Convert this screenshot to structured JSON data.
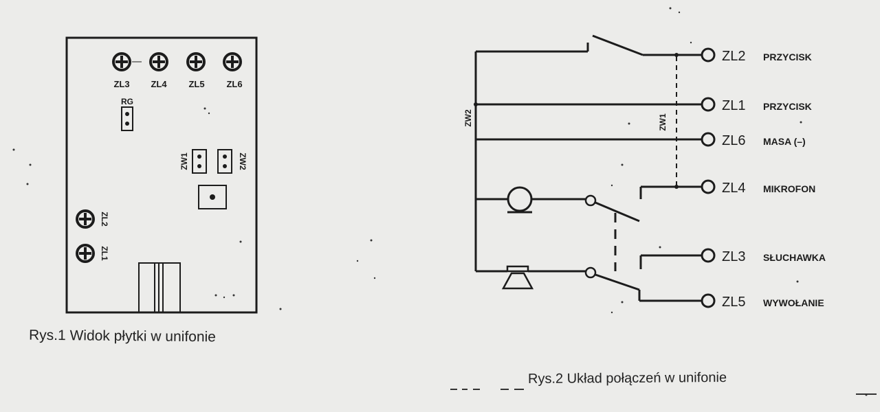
{
  "figure1": {
    "caption": "Rys.1 Widok płytki w unifonie",
    "top_terminals": [
      "ZL3",
      "ZL4",
      "ZL5",
      "ZL6"
    ],
    "side_terminals": [
      "ZL2",
      "ZL1"
    ],
    "jumper_rg": "RG",
    "jumper_zw1": "ZW1",
    "jumper_zw2": "ZW2"
  },
  "figure2": {
    "caption": "Rys.2 Układ połączeń w unifonie",
    "jumper_zw1": "ZW1",
    "jumper_zw2": "ZW2",
    "terminals": [
      {
        "id": "ZL2",
        "function": "PRZYCISK"
      },
      {
        "id": "ZL1",
        "function": "PRZYCISK"
      },
      {
        "id": "ZL6",
        "function": "MASA (–)"
      },
      {
        "id": "ZL4",
        "function": "MIKROFON"
      },
      {
        "id": "ZL3",
        "function": "SŁUCHAWKA"
      },
      {
        "id": "ZL5",
        "function": "WYWOŁANIE"
      }
    ]
  },
  "colors": {
    "paper": "#ececea",
    "ink": "#1c1c1c"
  }
}
